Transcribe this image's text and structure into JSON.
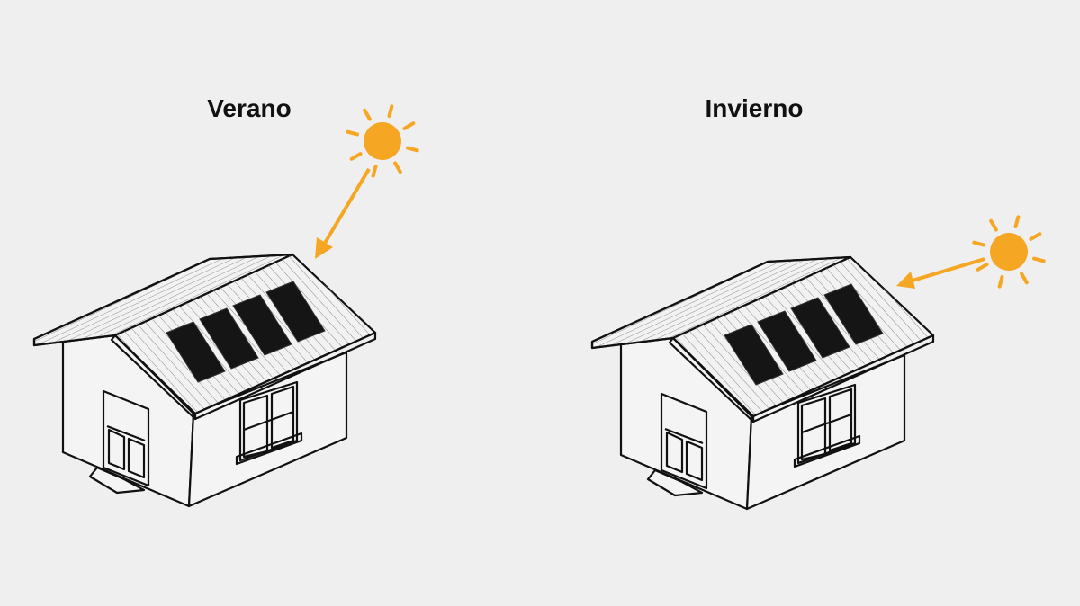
{
  "panels": [
    {
      "title": "Verano",
      "season": "summer"
    },
    {
      "title": "Invierno",
      "season": "winter"
    }
  ],
  "colors": {
    "sun": "#f5a623",
    "background": "#efefef",
    "panel": "#151515",
    "outline": "#111111"
  },
  "icons": [
    "sun-icon",
    "sunlight-arrow",
    "house-with-solar-panels"
  ]
}
